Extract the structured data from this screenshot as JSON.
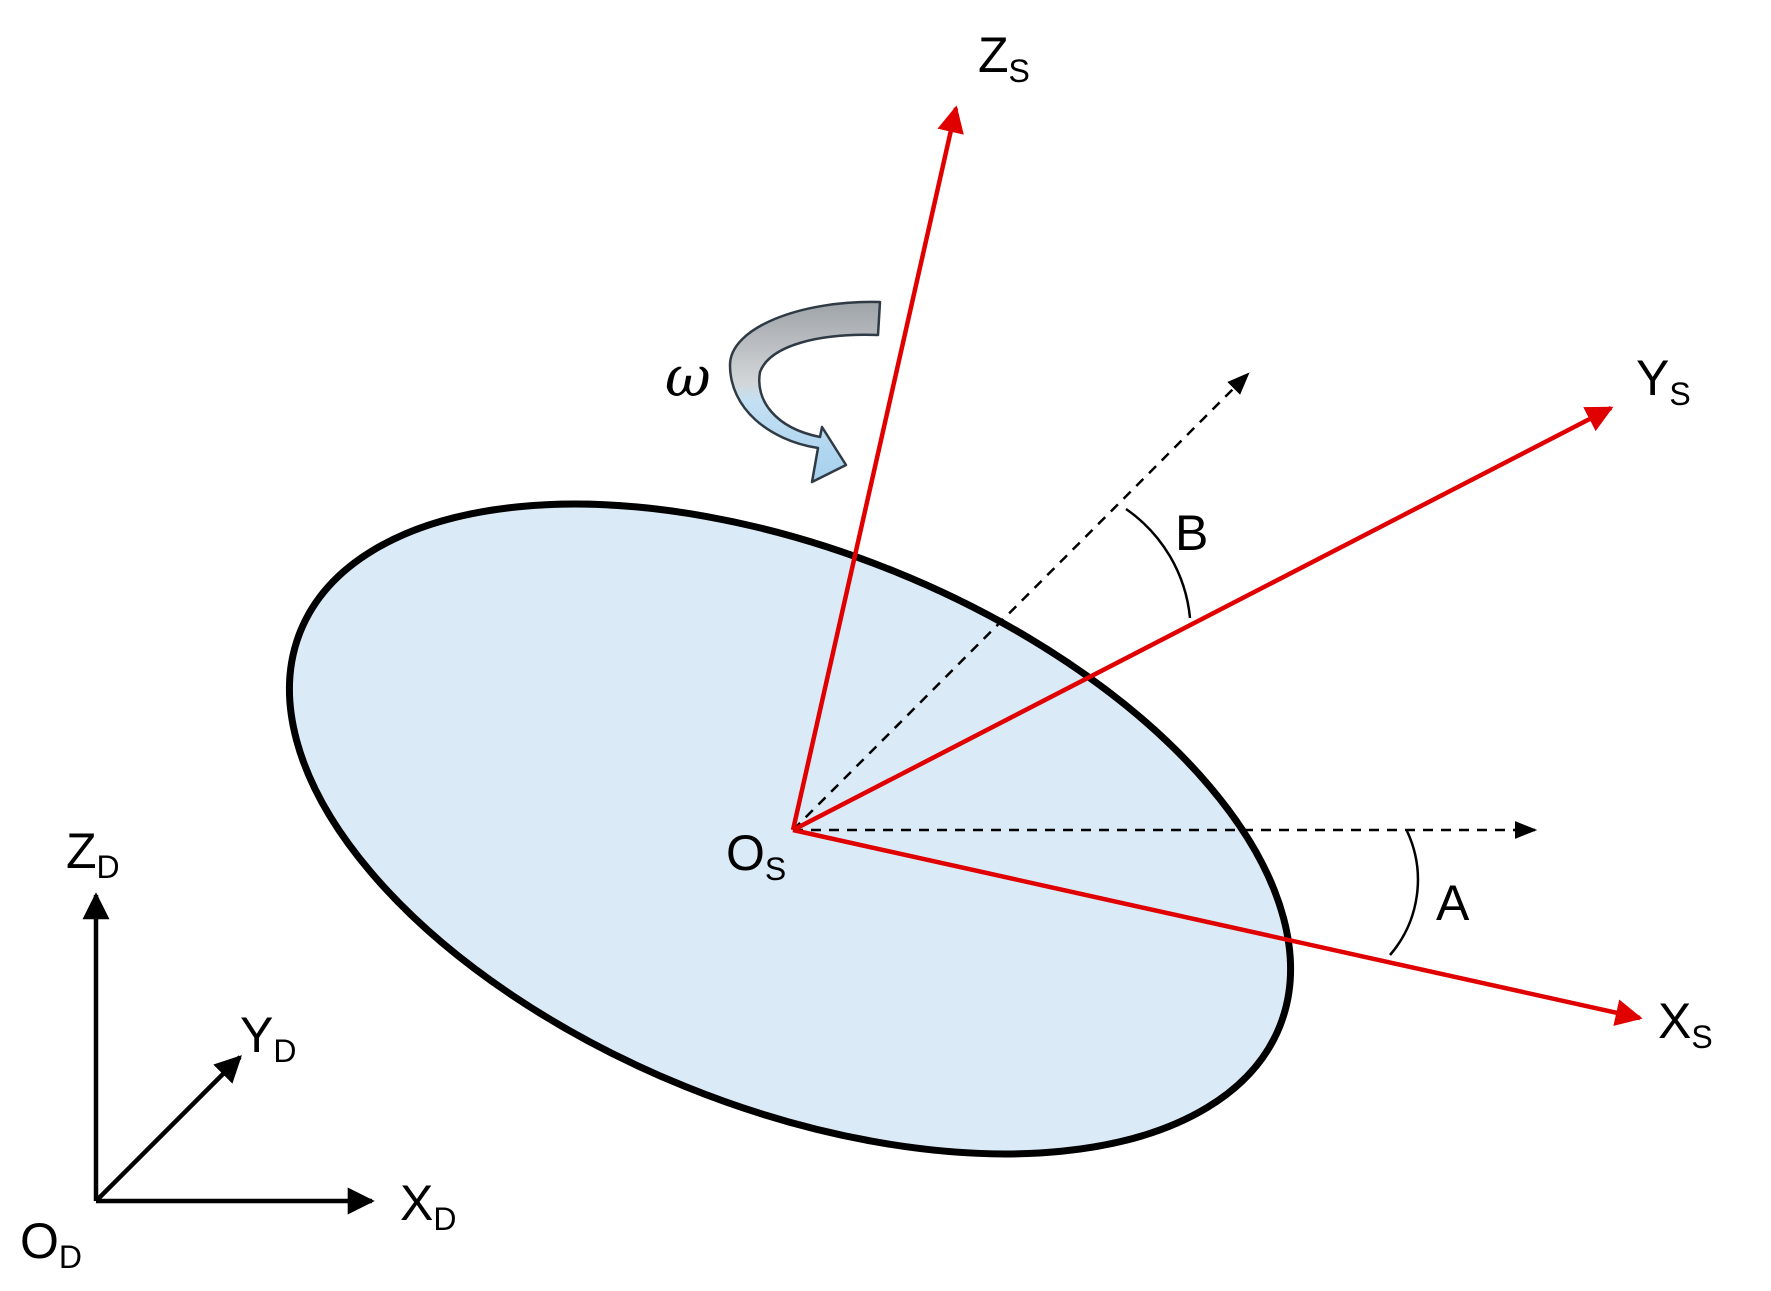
{
  "colors": {
    "disk_fill": "#dbeaf7",
    "disk_stroke": "#000000",
    "sensor_axes": "#e00000",
    "reference_axes": "#000000",
    "rotation_arrow_top": "#a8adb3",
    "rotation_arrow_bottom": "#a9d3ef"
  },
  "icons": {
    "rotation": "curved-arrow-icon"
  },
  "labels": {
    "omega": "ω",
    "zs": {
      "main": "Z",
      "sub": "S"
    },
    "ys": {
      "main": "Y",
      "sub": "S"
    },
    "xs": {
      "main": "X",
      "sub": "S"
    },
    "os": {
      "main": "O",
      "sub": "S"
    },
    "angle_a": "A",
    "angle_b": "B",
    "zd": {
      "main": "Z",
      "sub": "D"
    },
    "yd": {
      "main": "Y",
      "sub": "D"
    },
    "xd": {
      "main": "X",
      "sub": "D"
    },
    "od": {
      "main": "O",
      "sub": "D"
    }
  }
}
